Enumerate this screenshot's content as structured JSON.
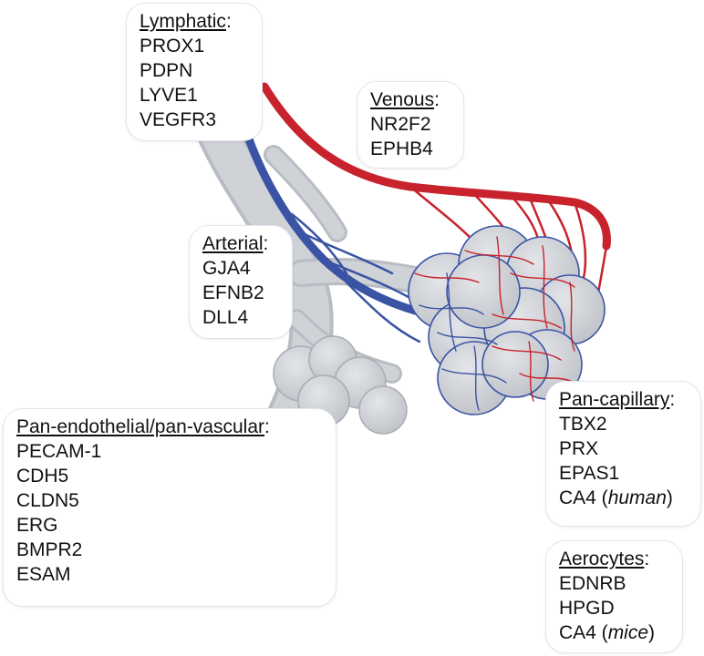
{
  "colors": {
    "artery_red": "#c8232c",
    "vein_blue": "#3a53a4",
    "lung_gray": "#c9ccd1",
    "alveolus_fill": "#d3d5da",
    "box_border": "#e3e6ee"
  },
  "boxes": {
    "lymphatic": {
      "title": "Lymphatic",
      "items": [
        "PROX1",
        "PDPN",
        "LYVE1",
        "VEGFR3"
      ]
    },
    "venous": {
      "title": "Venous",
      "items": [
        "NR2F2",
        "EPHB4"
      ]
    },
    "arterial": {
      "title": "Arterial",
      "items": [
        "GJA4",
        "EFNB2",
        "DLL4"
      ]
    },
    "pan_endothelial": {
      "title": "Pan-endothelial/pan-vascular",
      "items": [
        "PECAM-1",
        "CDH5",
        "CLDN5",
        "ERG",
        "BMPR2",
        "ESAM"
      ]
    },
    "pan_capillary": {
      "title": "Pan-capillary",
      "items": [
        "TBX2",
        "PRX",
        "EPAS1"
      ],
      "last_item": {
        "prefix": "CA4 (",
        "italic": "human",
        "suffix": ")"
      }
    },
    "aerocytes": {
      "title": "Aerocytes",
      "items": [
        "EDNRB",
        "HPGD"
      ],
      "last_item": {
        "prefix": "CA4 (",
        "italic": "mice",
        "suffix": ")"
      }
    }
  }
}
